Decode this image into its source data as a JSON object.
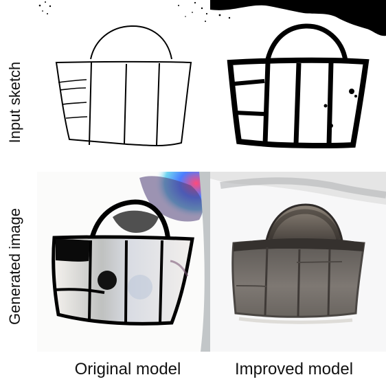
{
  "rows": {
    "top_label": "Input sketch",
    "bottom_label": "Generated image"
  },
  "columns": {
    "left_label": "Original model",
    "right_label": "Improved model"
  },
  "colors": {
    "ink": "#111111",
    "background": "#ffffff",
    "bag_gray": "#77706a",
    "bag_light": "#d8d5d0"
  }
}
